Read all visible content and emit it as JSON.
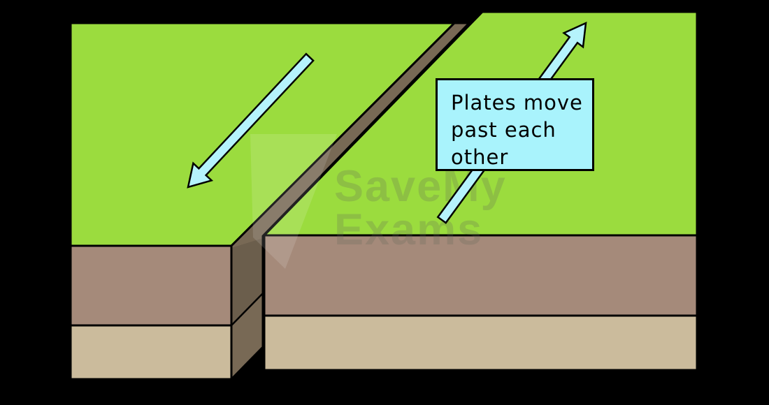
{
  "callout": {
    "lines": [
      "Plates move",
      "past each",
      "other"
    ]
  },
  "watermark": {
    "line1": "SaveMy",
    "line2": "Exams"
  },
  "colors": {
    "background": "#000000",
    "grass_surface": "#9bdc3e",
    "upper_rock_layer": "#a58a7a",
    "lower_rock_layer": "#cbbb9c",
    "fault_side_face": "#786955",
    "arrow_fill": "#b5f3fc",
    "callout_fill": "#a9f3fc",
    "outline": "#000000"
  }
}
